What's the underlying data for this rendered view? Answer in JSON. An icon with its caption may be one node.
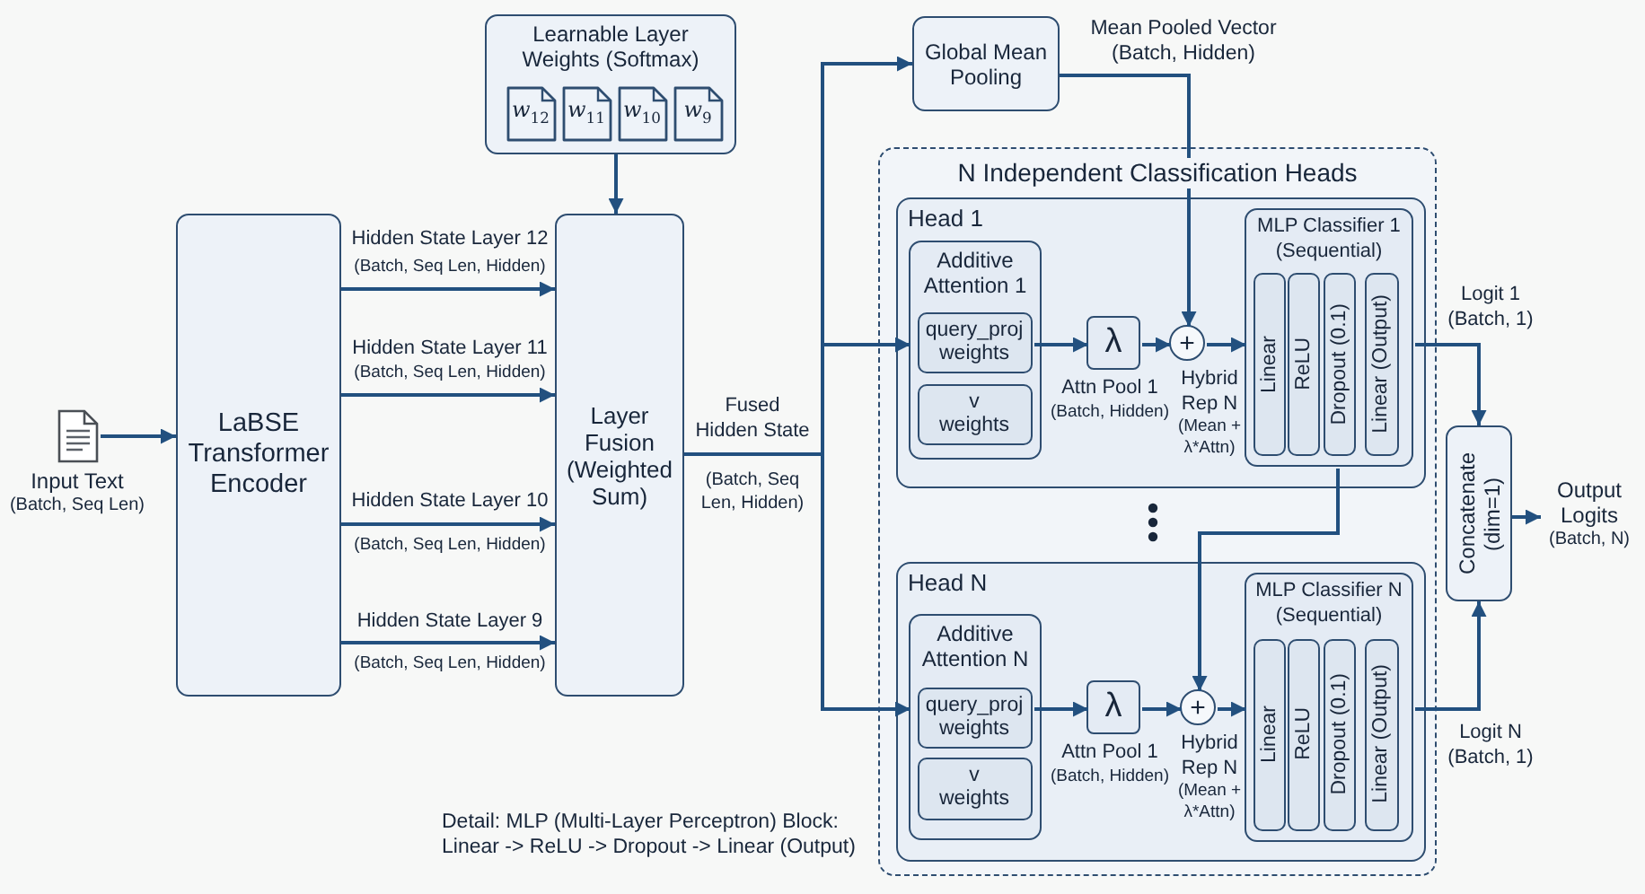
{
  "diagram": {
    "nodes": [
      {
        "text": [
          "Input Text",
          "(Batch, Seq Len)"
        ]
      },
      {
        "text": [
          "LaBSE Transformer Encoder"
        ]
      },
      {
        "text": [
          "Learnable Layer Weights (Softmax)"
        ]
      },
      {
        "text": [
          "w$_{12}$"
        ],
        "in": 2
      },
      {
        "text": [
          "w$_{11}$"
        ],
        "in": 2
      },
      {
        "text": [
          "w$_{10}$"
        ],
        "in": 2
      },
      {
        "text": [
          "w$_{9}$"
        ],
        "in": 2
      },
      {
        "text": [
          "Layer Fusion (Weighted Sum)"
        ]
      },
      {
        "text": [
          "Global Mean Pooling"
        ]
      },
      {
        "text": [
          "N Independent Classification Heads"
        ]
      },
      {
        "text": [
          "Head 1"
        ],
        "in": 9
      },
      {
        "text": [
          "Additive Attention 1"
        ],
        "in": 10
      },
      {
        "text": [
          "query_proj weights"
        ],
        "in": 11
      },
      {
        "text": [
          "v weights"
        ],
        "in": 11
      },
      {
        "text": [
          "λ"
        ],
        "in": 10,
        "beside": [
          "Attn Pool 1",
          "(Batch, Hidden)"
        ]
      },
      {
        "text": [
          "+"
        ],
        "in": 10,
        "beside": [
          "Hybrid Rep N",
          "(Mean + λ*Attn)"
        ]
      },
      {
        "text": [
          "MLP Classifier 1 (Sequential)"
        ],
        "in": 10
      },
      {
        "text": [
          "Linear"
        ],
        "in": 16
      },
      {
        "text": [
          "ReLU"
        ],
        "in": 16
      },
      {
        "text": [
          "Dropout (0.1)"
        ],
        "in": 16
      },
      {
        "text": [
          "Linear (Output)"
        ],
        "in": 16
      },
      {
        "text": [
          "Head N"
        ],
        "in": 9
      },
      {
        "text": [
          "Additive Attention N"
        ],
        "in": 21
      },
      {
        "text": [
          "query_proj weights"
        ],
        "in": 22
      },
      {
        "text": [
          "v weights"
        ],
        "in": 22
      },
      {
        "text": [
          "λ"
        ],
        "in": 21,
        "beside": [
          "Attn Pool 1",
          "(Batch, Hidden)"
        ]
      },
      {
        "text": [
          "+"
        ],
        "in": 21,
        "beside": [
          "Hybrid Rep N",
          "(Mean + λ*Attn)"
        ]
      },
      {
        "text": [
          "MLP Classifier N (Sequential)"
        ],
        "in": 21
      },
      {
        "text": [
          "Linear"
        ],
        "in": 27
      },
      {
        "text": [
          "ReLU"
        ],
        "in": 27
      },
      {
        "text": [
          "Dropout (0.1)"
        ],
        "in": 27
      },
      {
        "text": [
          "Linear (Output)"
        ],
        "in": 27
      },
      {
        "text": [
          "Concatenate (dim=1)"
        ]
      },
      {
        "text": [
          "Output Logits",
          "(Batch, N)"
        ]
      }
    ],
    "edges": [
      {
        "from": 0,
        "to": 1,
        "arrow": "to"
      },
      {
        "from": 1,
        "to": 7,
        "arrow": "to",
        "label": "Hidden State Layer 12"
      },
      {
        "from": 1,
        "to": 7,
        "arrow": "to",
        "label": "Hidden State Layer 11"
      },
      {
        "from": 1,
        "to": 7,
        "arrow": "to",
        "label": "Hidden State Layer 10"
      },
      {
        "from": 1,
        "to": 7,
        "arrow": "to",
        "label": "Hidden State Layer 9"
      },
      {
        "from": 2,
        "to": 7,
        "arrow": "to"
      },
      {
        "from": 7,
        "to": 8,
        "arrow": "to",
        "label": "Fused Hidden State"
      },
      {
        "from": 7,
        "to": 11,
        "arrow": "to"
      },
      {
        "from": 7,
        "to": 22,
        "arrow": "to"
      },
      {
        "from": 8,
        "to": 15,
        "arrow": "to",
        "label": "Mean Pooled Vector (Batch, Hidden)"
      },
      {
        "from": 12,
        "to": 14,
        "arrow": "to"
      },
      {
        "from": 14,
        "to": 15,
        "arrow": "to"
      },
      {
        "from": 15,
        "to": 16,
        "arrow": "to"
      },
      {
        "from": 16,
        "to": 32,
        "arrow": "to",
        "label": "Logit 1 (Batch, 1)"
      },
      {
        "from": 16,
        "to": 26,
        "arrow": "to"
      },
      {
        "from": 23,
        "to": 25,
        "arrow": "to"
      },
      {
        "from": 25,
        "to": 26,
        "arrow": "to"
      },
      {
        "from": 26,
        "to": 27,
        "arrow": "to"
      },
      {
        "from": 27,
        "to": 32,
        "arrow": "to",
        "label": "Logit N (Batch, 1)"
      },
      {
        "from": 32,
        "to": 33,
        "arrow": "to"
      }
    ],
    "labels": [
      "(Batch, Seq Len, Hidden)",
      "(Batch, Seq Len, Hidden)",
      "(Batch, Seq Len, Hidden)",
      "(Batch, Seq Len, Hidden)",
      "(Batch, Seq Len, Hidden)",
      "Detail: MLP (Multi-Layer Perceptron) Block: Linear -> ReLU -> Dropout -> Linear (Output)"
    ]
  }
}
